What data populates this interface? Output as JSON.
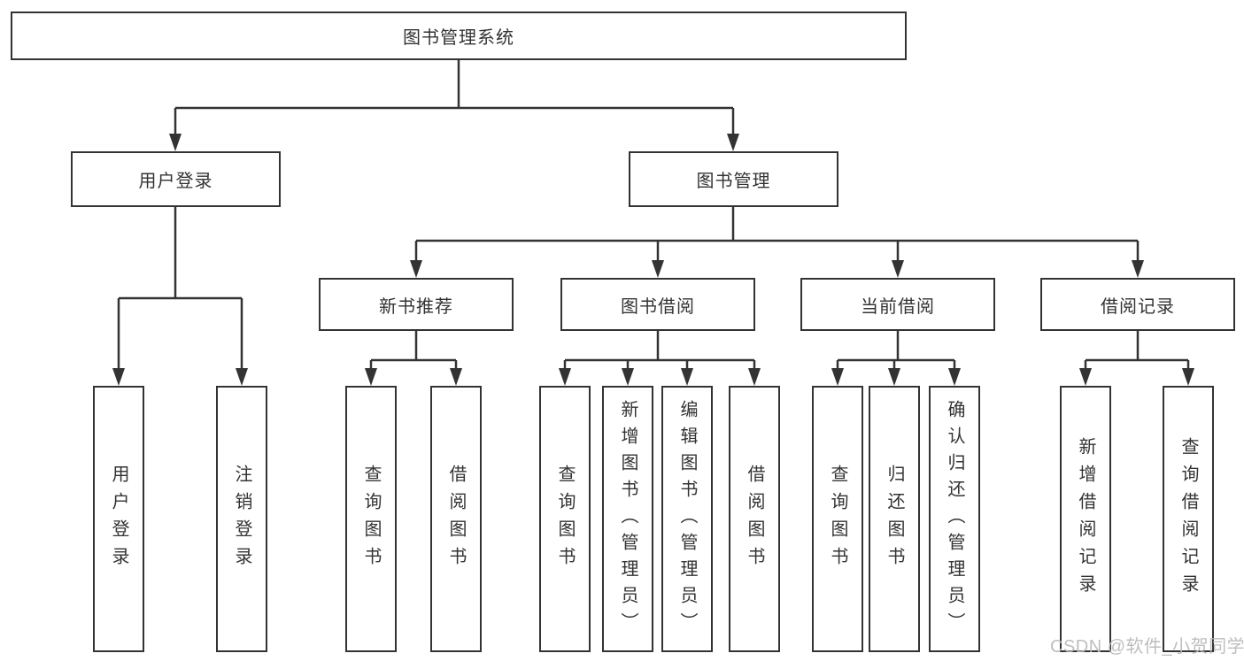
{
  "diagram": {
    "type": "hierarchy-tree",
    "line_color": "#333333",
    "box_background": "#ffffff",
    "text_color": "#333333",
    "tree": {
      "label": "图书管理系统",
      "children": [
        {
          "label": "用户登录",
          "children": [
            {
              "label": "用户登录"
            },
            {
              "label": "注销登录"
            }
          ]
        },
        {
          "label": "图书管理",
          "children": [
            {
              "label": "新书推荐",
              "children": [
                {
                  "label": "查询图书"
                },
                {
                  "label": "借阅图书"
                }
              ]
            },
            {
              "label": "图书借阅",
              "children": [
                {
                  "label": "查询图书"
                },
                {
                  "label": "新增图书（管理员）"
                },
                {
                  "label": "编辑图书（管理员）"
                },
                {
                  "label": "借阅图书"
                }
              ]
            },
            {
              "label": "当前借阅",
              "children": [
                {
                  "label": "查询图书"
                },
                {
                  "label": "归还图书"
                },
                {
                  "label": "确认归还（管理员）"
                }
              ]
            },
            {
              "label": "借阅记录",
              "children": [
                {
                  "label": "新增借阅记录"
                },
                {
                  "label": "查询借阅记录"
                }
              ]
            }
          ]
        }
      ]
    }
  },
  "watermark": {
    "text": "CSDN @软件_小贺同学",
    "color": "#b9b9b9"
  }
}
